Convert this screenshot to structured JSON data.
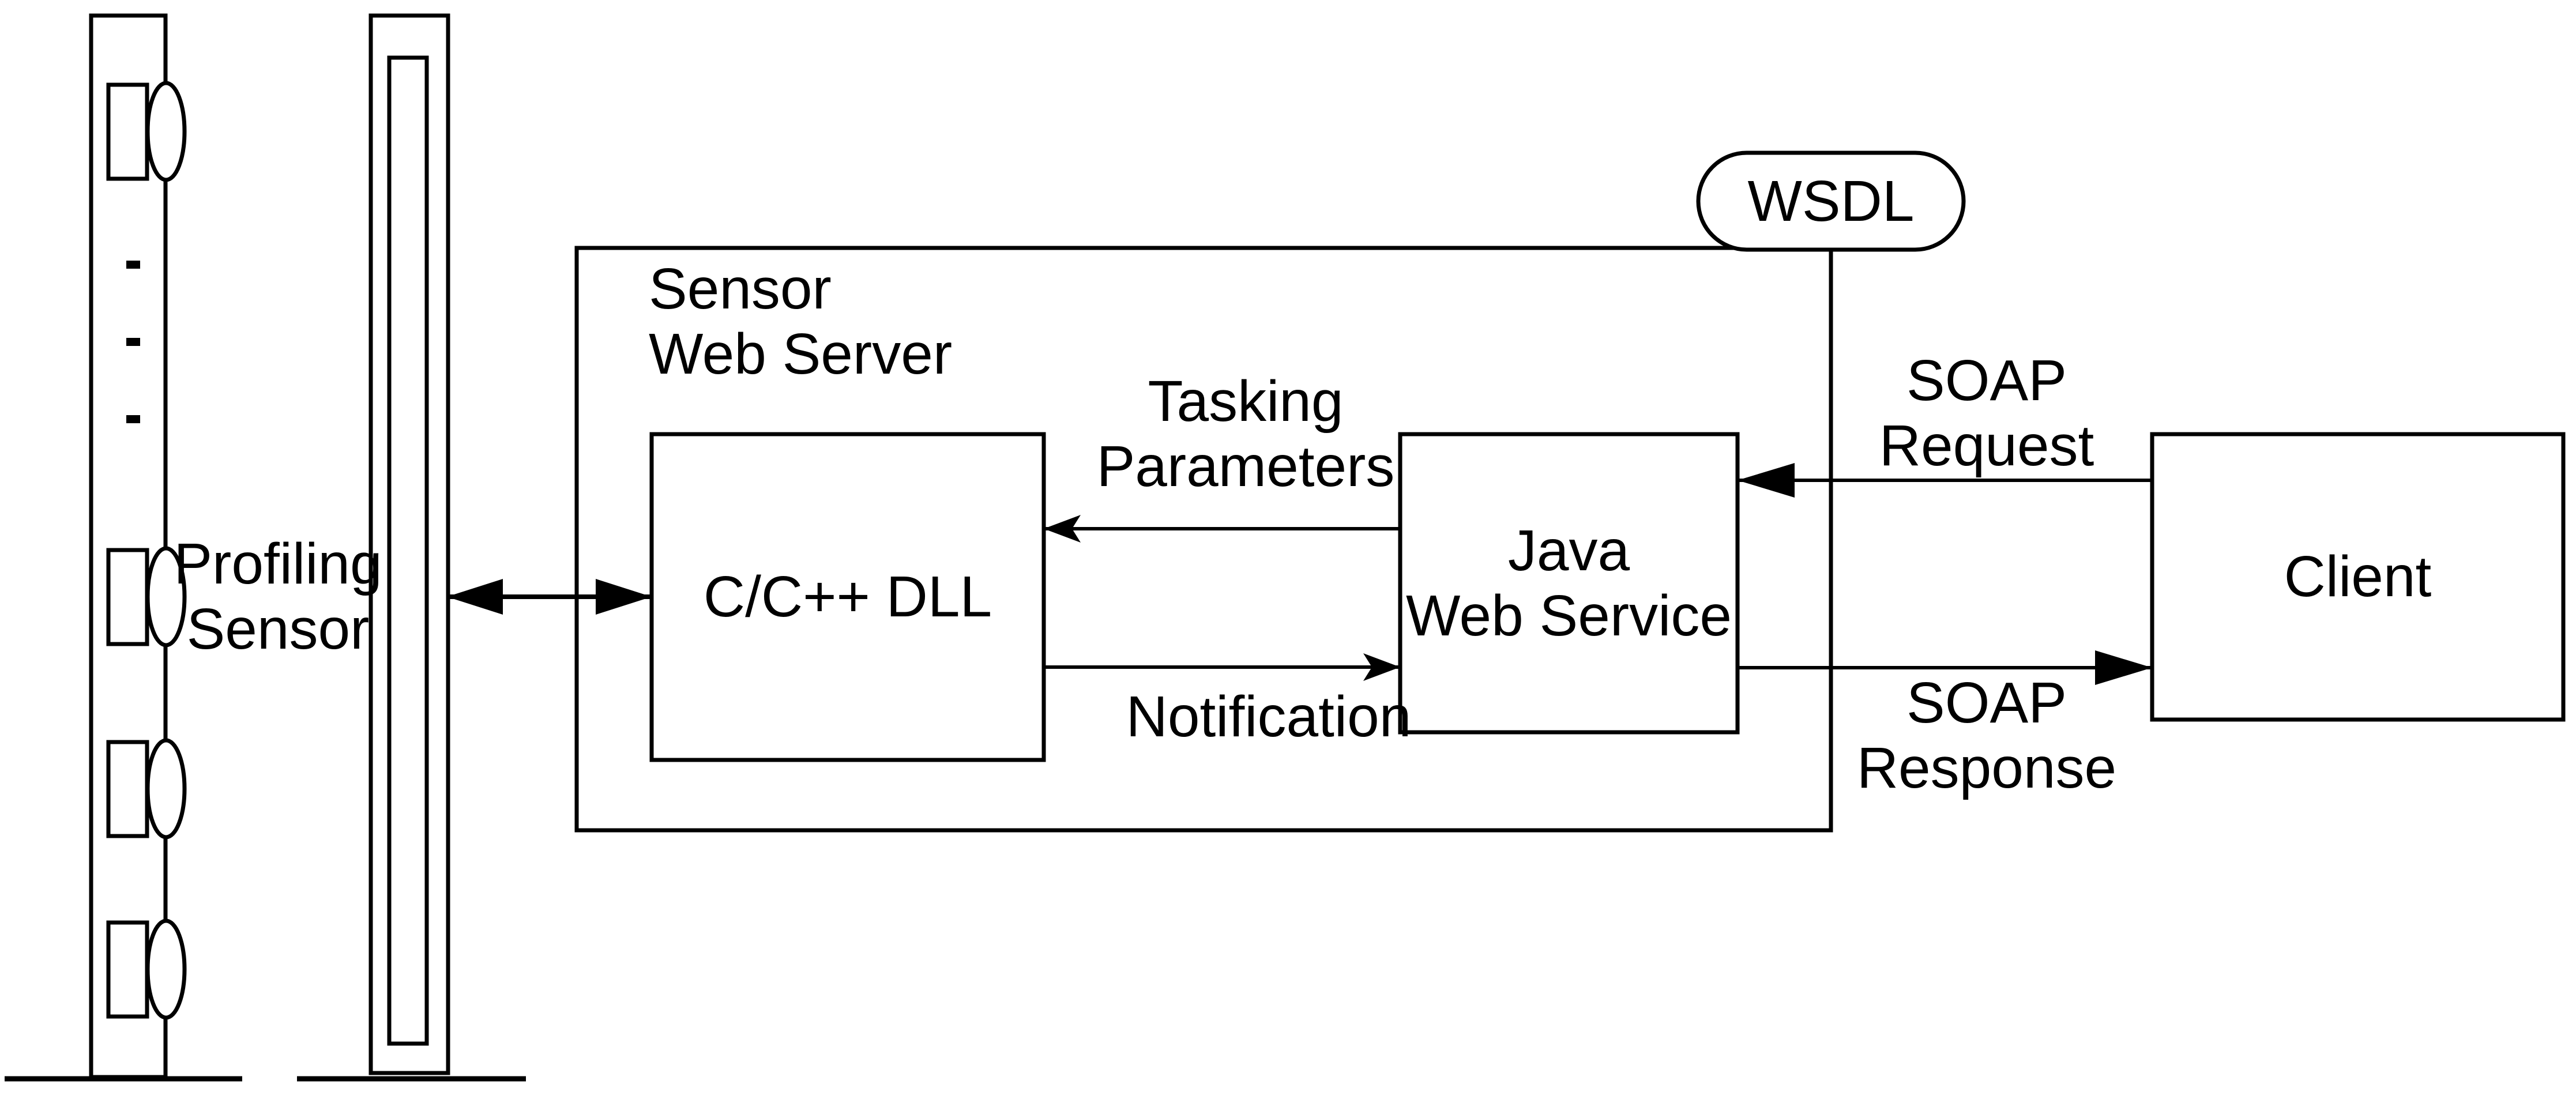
{
  "diagram": {
    "type": "architecture-diagram",
    "colors": {
      "stroke": "#000000",
      "background": "#ffffff",
      "shape_fill": "#ffffff"
    },
    "labels": {
      "profiling_sensor": "Profiling\nSensor",
      "sensor_web_server": "Sensor\nWeb Server",
      "c_dll": "C/C++ DLL",
      "java_web_service": "Java\nWeb Service",
      "wsdl": "WSDL",
      "client": "Client",
      "tasking_parameters": "Tasking\nParameters",
      "notification": "Notification",
      "soap_request": "SOAP\nRequest",
      "soap_response": "SOAP\nResponse"
    },
    "nodes": [
      {
        "id": "profiling-sensor",
        "label": "Profiling Sensor",
        "shape": "sensor-pole-assembly"
      },
      {
        "id": "sensor-web-server",
        "label": "Sensor Web Server",
        "shape": "rectangle"
      },
      {
        "id": "c-dll",
        "label": "C/C++ DLL",
        "shape": "rectangle",
        "parent": "sensor-web-server"
      },
      {
        "id": "java-web-service",
        "label": "Java Web Service",
        "shape": "rectangle",
        "parent": "sensor-web-server"
      },
      {
        "id": "wsdl",
        "label": "WSDL",
        "shape": "stadium",
        "attached_to": "sensor-web-server"
      },
      {
        "id": "client",
        "label": "Client",
        "shape": "rectangle"
      }
    ],
    "connections": [
      {
        "from": "profiling-sensor",
        "to": "c-dll",
        "direction": "bidirectional",
        "label": ""
      },
      {
        "from": "java-web-service",
        "to": "c-dll",
        "direction": "one-way",
        "label": "Tasking Parameters"
      },
      {
        "from": "c-dll",
        "to": "java-web-service",
        "direction": "one-way",
        "label": "Notification"
      },
      {
        "from": "client",
        "to": "java-web-service",
        "direction": "one-way",
        "label": "SOAP Request"
      },
      {
        "from": "java-web-service",
        "to": "client",
        "direction": "one-way",
        "label": "SOAP Response"
      },
      {
        "from": "wsdl",
        "to": "sensor-web-server",
        "direction": "attached",
        "label": ""
      }
    ]
  }
}
